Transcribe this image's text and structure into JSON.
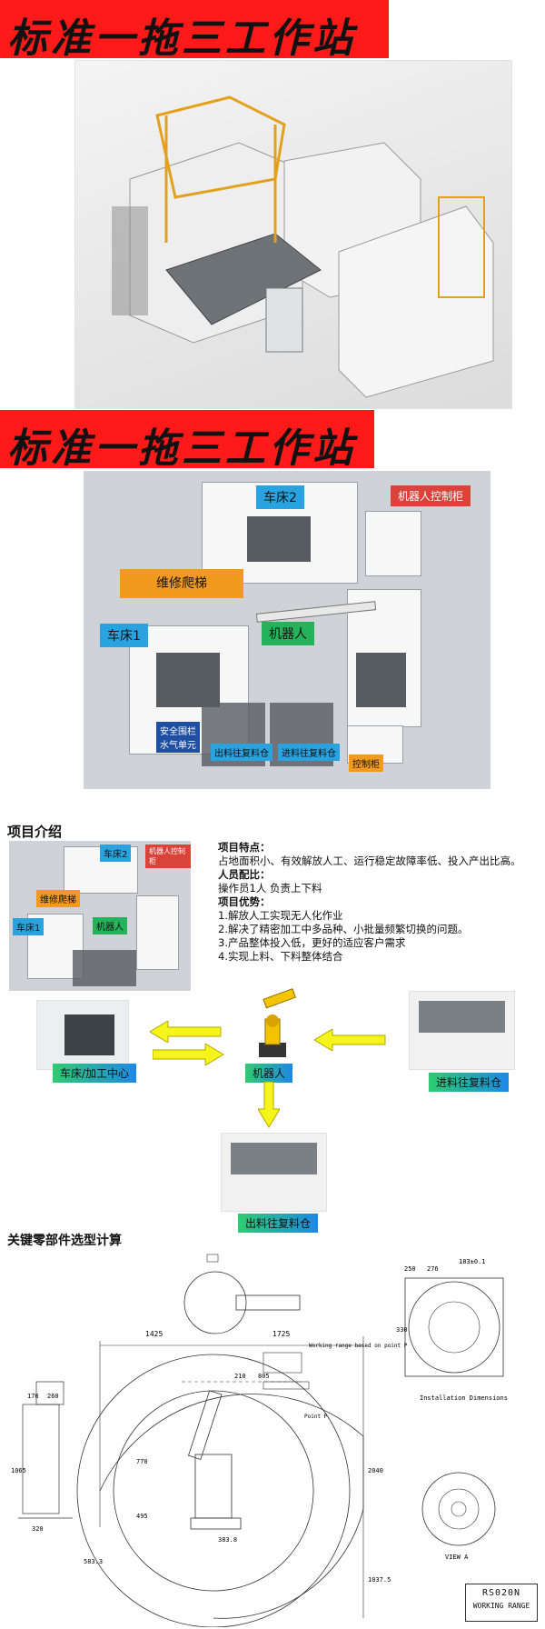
{
  "banner": {
    "title": "标准一拖三工作站"
  },
  "layout_labels": {
    "lathe2": "车床2",
    "robot_cabinet": "机器人控制柜",
    "ladder": "维修爬梯",
    "lathe1": "车床1",
    "robot": "机器人",
    "safety": "安全围栏\n水气单元",
    "out_bin": "出料往复料仓",
    "in_bin": "进料往复料仓",
    "control_cabinet": "控制柜"
  },
  "intro": {
    "heading": "项目介绍",
    "features_title": "项目特点：",
    "features_text": "占地面积小、有效解放人工、运行稳定故障率低、投入产出比高。",
    "staff_title": "人员配比：",
    "staff_text": "操作员1人  负责上下料",
    "advantages_title": "项目优势：",
    "advantages": [
      "1.解放人工实现无人化作业",
      "2.解决了精密加工中多品种、小批量频繁切换的问题。",
      "3.产品整体投入低，更好的适应客户需求",
      "4.实现上料、下料整体结合"
    ]
  },
  "flow": {
    "lathe": "车床/加工中心",
    "robot": "机器人",
    "in_bin": "进料往复料仓",
    "out_bin": "出料往复料仓"
  },
  "calc": {
    "heading": "关键零部件选型计算",
    "model": "RS020N",
    "range": "WORKING RANGE",
    "install": "Installation Dimensions",
    "view": "VIEW A",
    "working_note": "Working range\nbased on point P",
    "point": "Point P",
    "dims": [
      "1425",
      "1725",
      "805",
      "770",
      "495",
      "210",
      "2040",
      "1037.5",
      "583.3",
      "383.8",
      "1065",
      "170",
      "260",
      "320",
      "250",
      "330",
      "276",
      "183±0.1"
    ]
  },
  "colors": {
    "banner": "#ff1a1a",
    "tag_blue": "#29a3e0",
    "tag_orange": "#f39a1e",
    "tag_green": "#25b25a",
    "tag_red": "#d9433a",
    "arrow": "#f5f51a"
  }
}
